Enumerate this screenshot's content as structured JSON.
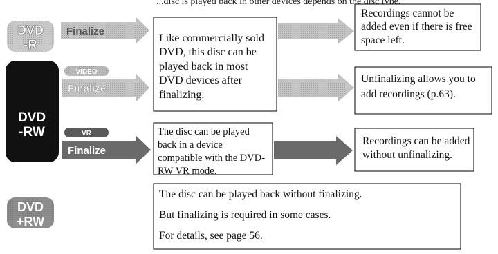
{
  "top_caption": "...disc is played back in other devices depends on the disc type.",
  "colors": {
    "dvd_r_badge": "#c8c8c8",
    "dvd_rw_badge": "#111111",
    "dvd_plus_rw_badge": "#8c8c8c",
    "light_arrow": "#c4c4c4",
    "dark_arrow": "#6a6a6a",
    "box_border": "#000000"
  },
  "discs": {
    "dvd_r": {
      "line1": "DVD",
      "line2": "-R"
    },
    "dvd_rw": {
      "line1": "DVD",
      "line2": "-RW"
    },
    "dvd_plus_rw": {
      "line1": "DVD",
      "line2": "+RW"
    }
  },
  "modes": {
    "video": "VIDEO",
    "vr": "VR"
  },
  "arrows": {
    "finalize_dvd_r": "Finalize",
    "finalize_video": "Finalize",
    "finalize_vr": "Finalize"
  },
  "boxes": {
    "commercial_playback": "Like commercially sold DVD, this disc can be played back in most DVD devices after finalizing.",
    "vr_playback": "The disc can be played back in a device compatible with the DVD-RW VR mode.",
    "no_add": "Recordings cannot be added even if there is free space left.",
    "unfinalize": "Unfinalizing allows you to add recordings (p.63).",
    "add_without": "Recordings can be added without unfinalizing.",
    "plus_rw_line1": "The disc can be played back without finalizing.",
    "plus_rw_line2": "But finalizing is required in some cases.",
    "plus_rw_line3": "For details, see page 56."
  }
}
